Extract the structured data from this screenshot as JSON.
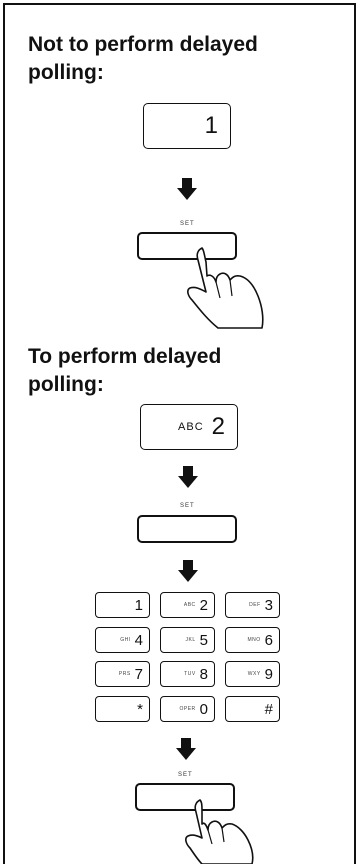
{
  "section1": {
    "heading_line1": "Not to perform delayed",
    "heading_line2": "polling:",
    "display_value": "1",
    "set_label": "SET"
  },
  "section2": {
    "heading_line1": "To perform delayed",
    "heading_line2": "polling:",
    "display_prefix": "ABC",
    "display_value": "2",
    "set_label_1": "SET",
    "set_label_2": "SET",
    "keypad": [
      {
        "num": "1",
        "sub": ""
      },
      {
        "num": "2",
        "sub": "ABC"
      },
      {
        "num": "3",
        "sub": "DEF"
      },
      {
        "num": "4",
        "sub": "GHI"
      },
      {
        "num": "5",
        "sub": "JKL"
      },
      {
        "num": "6",
        "sub": "MNO"
      },
      {
        "num": "7",
        "sub": "PRS"
      },
      {
        "num": "8",
        "sub": "TUV"
      },
      {
        "num": "9",
        "sub": "WXY"
      },
      {
        "num": "*",
        "sub": ""
      },
      {
        "num": "0",
        "sub": "OPER"
      },
      {
        "num": "#",
        "sub": ""
      }
    ]
  },
  "icons": [
    "down-arrow-icon",
    "pressing-hand-icon"
  ]
}
